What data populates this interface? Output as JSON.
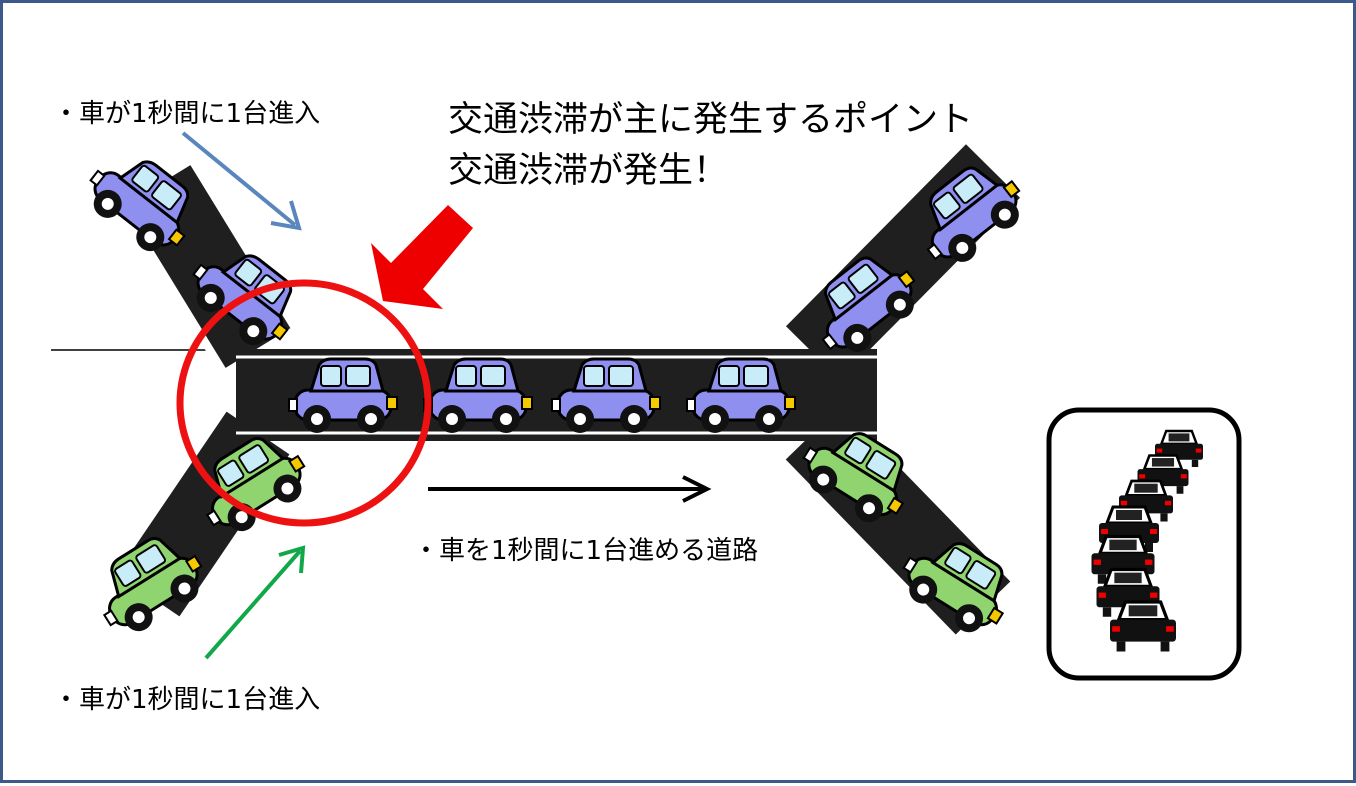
{
  "labels": {
    "top_inflow": "・車が1秒間に1台進入",
    "bottom_inflow": "・車が1秒間に1台進入",
    "road_capacity": "・車を1秒間に1台進める道路",
    "headline_1": "交通渋滞が主に発生するポイント",
    "headline_2": "交通渋滞が発生！"
  },
  "colors": {
    "frame": "#3b5a8a",
    "road": "#1f1f1f",
    "road_edge": "#ffffff",
    "car_blue": "#8f8ff0",
    "car_green": "#8fd46e",
    "highlight_circle": "#ee1111",
    "pointer_arrow": "#ee0000",
    "top_arrow": "#5b86bd",
    "bottom_arrow": "#12a84a",
    "flow_arrow": "#000000"
  },
  "icons": {
    "car": "car-icon",
    "traffic_jam": "traffic-jam-icon",
    "pointer": "pointer-arrow-icon"
  }
}
